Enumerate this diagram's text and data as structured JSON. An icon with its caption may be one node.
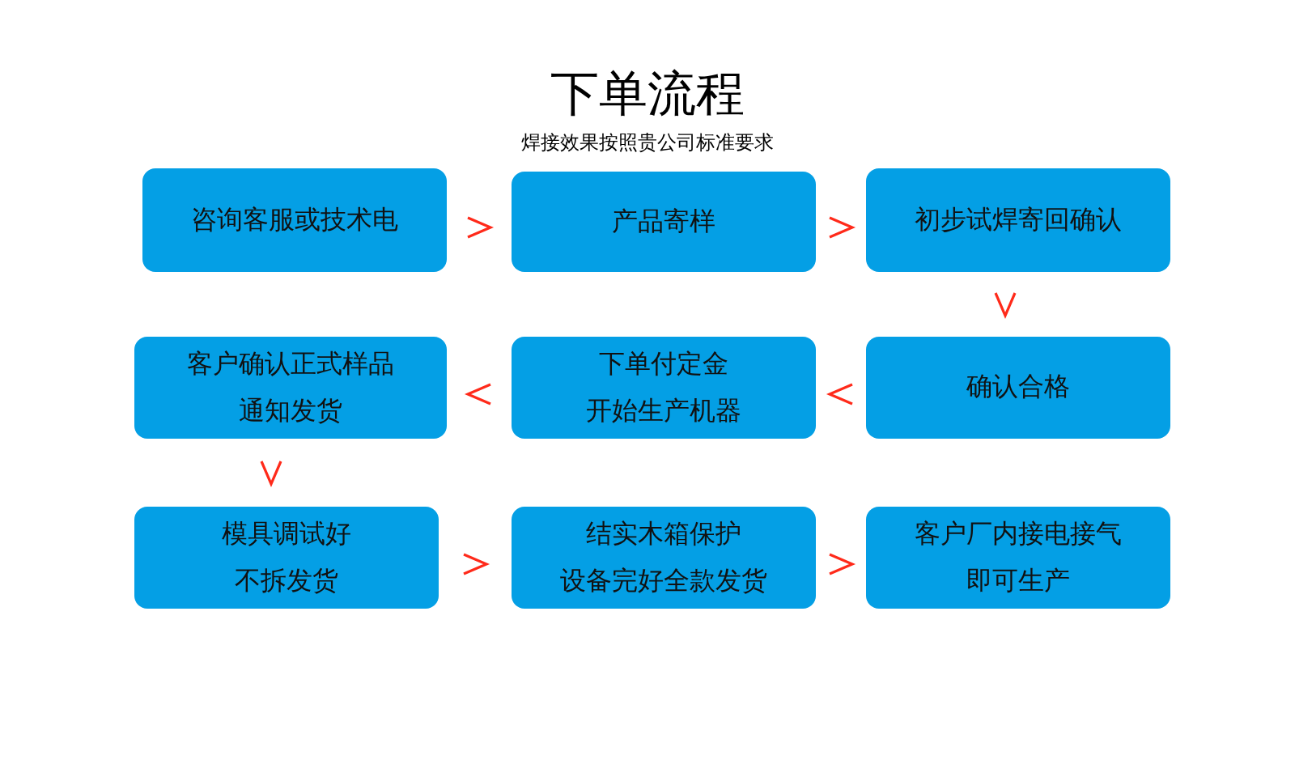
{
  "diagram": {
    "title": "下单流程",
    "caption": "焊接效果按照贵公司标准要求",
    "nodes": [
      {
        "text": [
          "咨询客服或技术电"
        ]
      },
      {
        "text": [
          "产品寄样"
        ]
      },
      {
        "text": [
          "初步试焊寄回确认"
        ]
      },
      {
        "text": [
          "客户确认正式样品",
          "通知发货"
        ]
      },
      {
        "text": [
          "下单付定金",
          "开始生产机器"
        ]
      },
      {
        "text": [
          "确认合格"
        ]
      },
      {
        "text": [
          "模具调试好",
          "不拆发货"
        ]
      },
      {
        "text": [
          "结实木箱保护",
          "设备完好全款发货"
        ]
      },
      {
        "text": [
          "客户厂内接电接气",
          "即可生产"
        ]
      }
    ],
    "edges": [
      {
        "from": 0,
        "to": 1,
        "arrow": "to"
      },
      {
        "from": 1,
        "to": 2,
        "arrow": "to"
      },
      {
        "from": 2,
        "to": 5,
        "arrow": "to"
      },
      {
        "from": 5,
        "to": 4,
        "arrow": "to"
      },
      {
        "from": 4,
        "to": 3,
        "arrow": "to"
      },
      {
        "from": 3,
        "to": 6,
        "arrow": "to"
      },
      {
        "from": 6,
        "to": 7,
        "arrow": "to"
      },
      {
        "from": 7,
        "to": 8,
        "arrow": "to"
      }
    ]
  }
}
